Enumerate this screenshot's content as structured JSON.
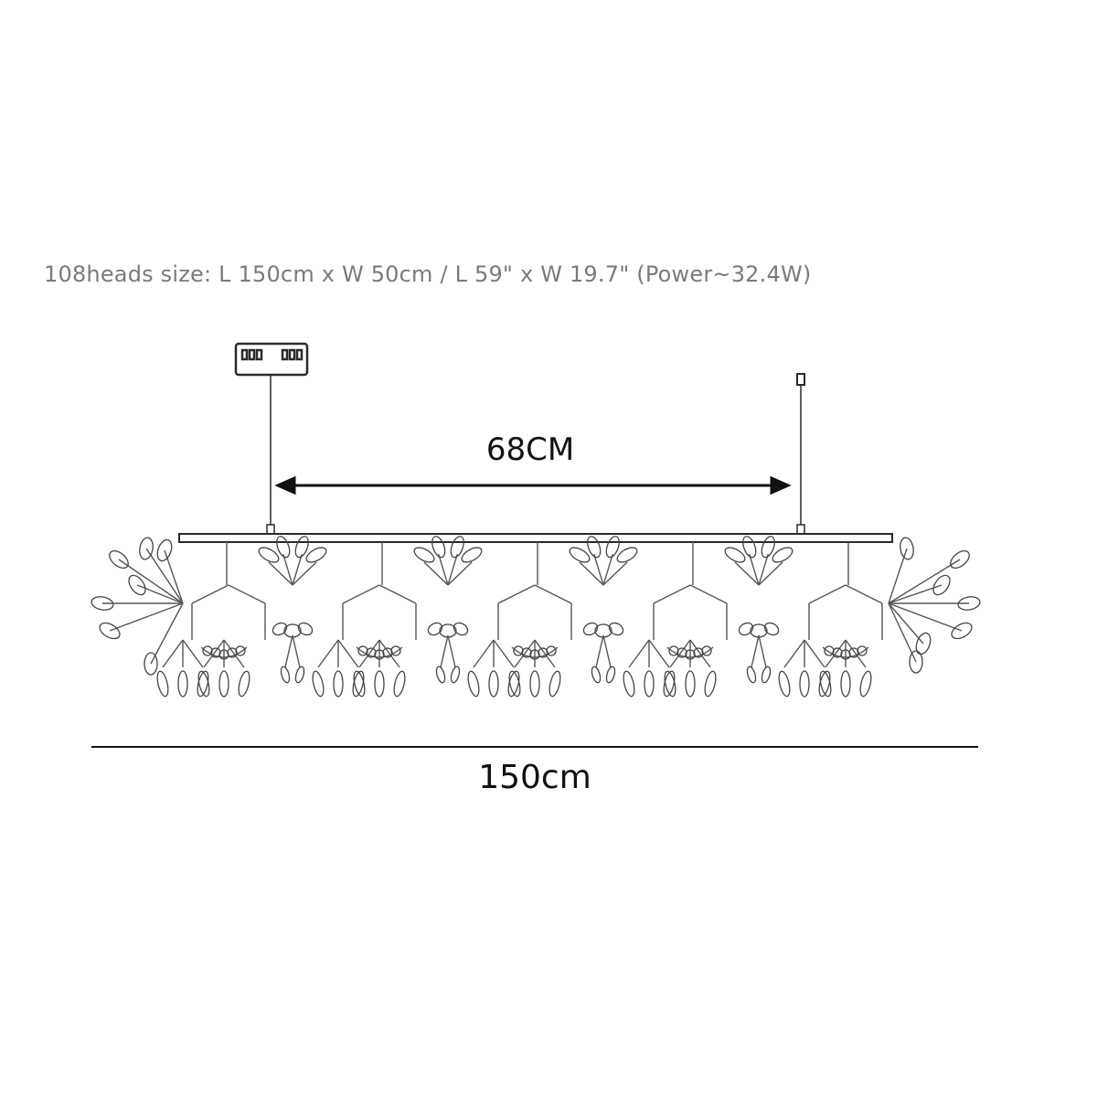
{
  "spec": {
    "text": "108heads size: L 150cm x W 50cm / L 59\" x W 19.7\" (Power~32.4W)"
  },
  "dimensions": {
    "span_label": "68CM",
    "overall_width_label": "150cm"
  },
  "colors": {
    "line": "#2a2a2a",
    "text_spec": "#7a7a7a",
    "text_dimension": "#111111"
  }
}
